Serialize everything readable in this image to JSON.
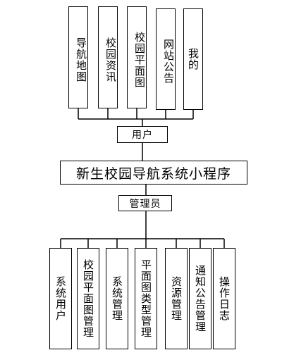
{
  "diagram": {
    "title": "新生校园导航系统小程序",
    "user": {
      "label": "用户",
      "modules": [
        "导航地图",
        "校园资讯",
        "校园平面图",
        "网站公告",
        "我的"
      ]
    },
    "admin": {
      "label": "管理员",
      "modules": [
        "系统用户",
        "校园平面图管理",
        "系统管理",
        "平面图类型管理",
        "资源管理",
        "通知公告管理",
        "操作日志"
      ]
    }
  }
}
